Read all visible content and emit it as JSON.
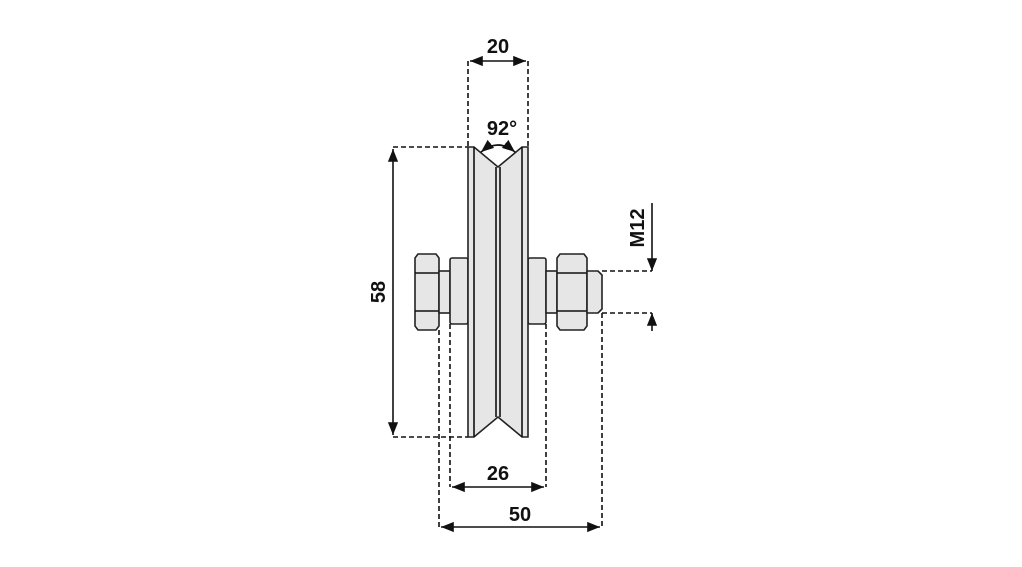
{
  "drawing": {
    "title": "V-groove wheel with bolt",
    "dimensions": {
      "groove_width": "20",
      "groove_angle": "92°",
      "diameter": "58",
      "thread": "M12",
      "hub_width": "26",
      "overall_width": "50"
    }
  }
}
